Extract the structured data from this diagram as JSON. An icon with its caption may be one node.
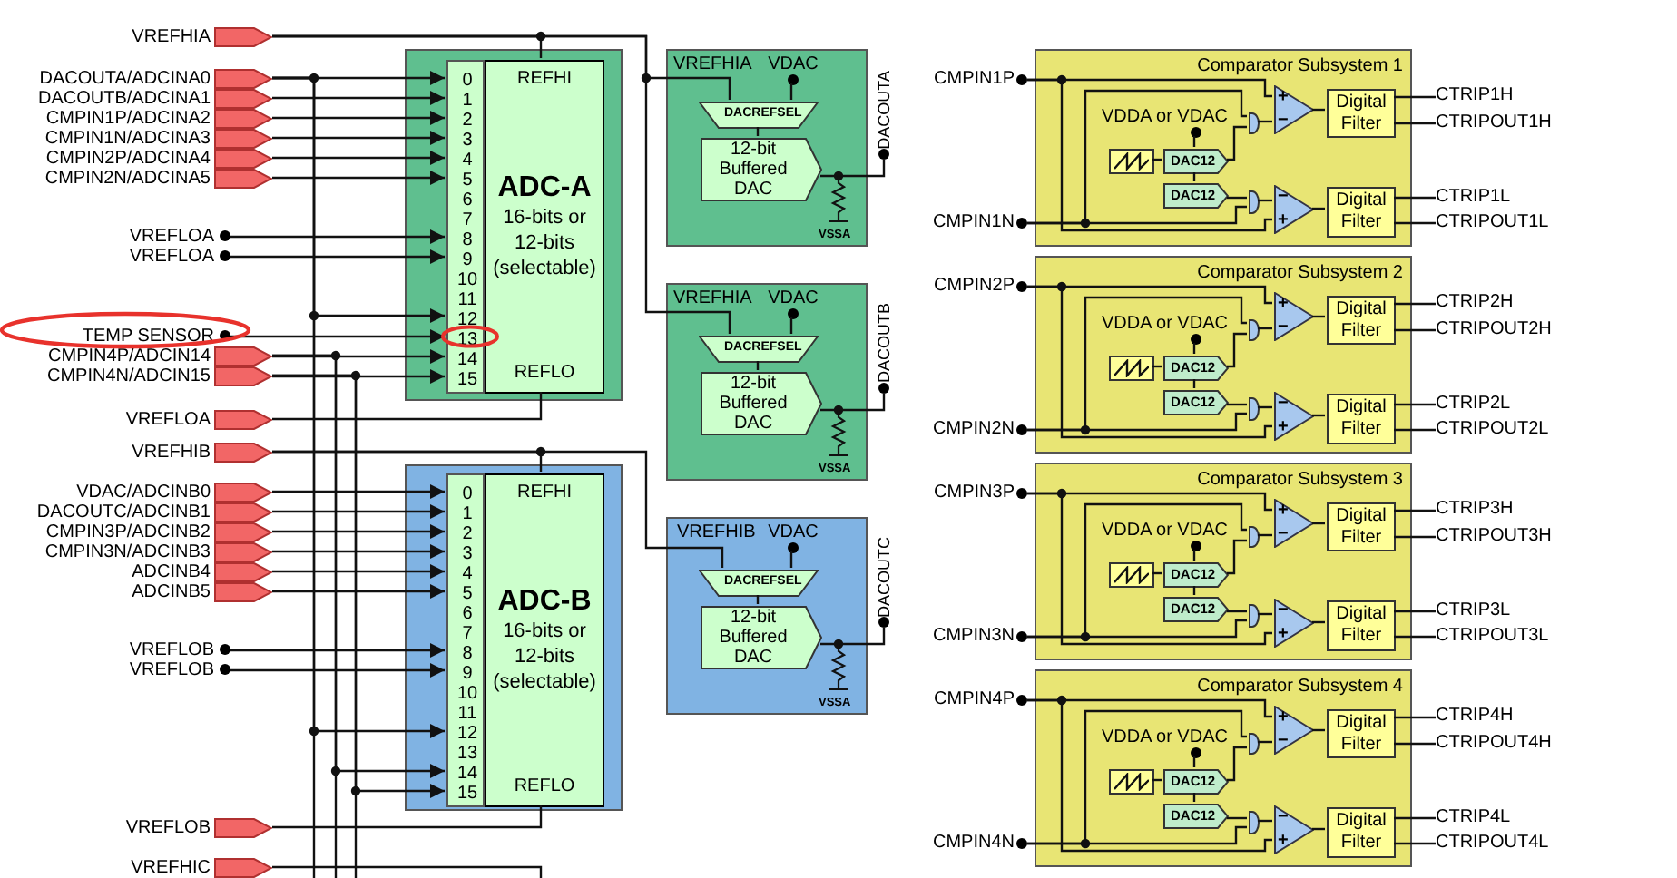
{
  "diagram": {
    "nodes": [
      {
        "text": [
          "VREFHIA"
        ]
      },
      {
        "text": [
          "DACOUTA/ADCINA0"
        ]
      },
      {
        "text": [
          "DACOUTB/ADCINA1"
        ]
      },
      {
        "text": [
          "CMPIN1P/ADCINA2"
        ]
      },
      {
        "text": [
          "CMPIN1N/ADCINA3"
        ]
      },
      {
        "text": [
          "CMPIN2P/ADCINA4"
        ]
      },
      {
        "text": [
          "CMPIN2N/ADCINA5"
        ]
      },
      {
        "text": [
          "VREFLOA"
        ]
      },
      {
        "text": [
          "VREFLOA"
        ]
      },
      {
        "text": [
          "TEMP SENSOR"
        ]
      },
      {
        "text": [
          "CMPIN4P/ADCIN14"
        ]
      },
      {
        "text": [
          "CMPIN4N/ADCIN15"
        ]
      },
      {
        "text": [
          "VREFLOA"
        ]
      },
      {
        "text": [
          "VREFHIB"
        ]
      },
      {
        "text": [
          "VDAC/ADCINB0"
        ]
      },
      {
        "text": [
          "DACOUTC/ADCINB1"
        ]
      },
      {
        "text": [
          "CMPIN3P/ADCINB2"
        ]
      },
      {
        "text": [
          "CMPIN3N/ADCINB3"
        ]
      },
      {
        "text": [
          "ADCINB4"
        ]
      },
      {
        "text": [
          "ADCINB5"
        ]
      },
      {
        "text": [
          "VREFLOB"
        ]
      },
      {
        "text": [
          "VREFLOB"
        ]
      },
      {
        "text": [
          "VREFLOB"
        ]
      },
      {
        "text": [
          "VREFHIC"
        ]
      },
      {
        "text": [],
        "shape": "box"
      },
      {
        "text": [],
        "shape": "box",
        "in": 24
      },
      {
        "text": [
          "0"
        ],
        "in": 25
      },
      {
        "text": [
          "1"
        ],
        "in": 25
      },
      {
        "text": [
          "2"
        ],
        "in": 25
      },
      {
        "text": [
          "3"
        ],
        "in": 25
      },
      {
        "text": [
          "4"
        ],
        "in": 25
      },
      {
        "text": [
          "5"
        ],
        "in": 25
      },
      {
        "text": [
          "6"
        ],
        "in": 25
      },
      {
        "text": [
          "7"
        ],
        "in": 25
      },
      {
        "text": [
          "8"
        ],
        "in": 25
      },
      {
        "text": [
          "9"
        ],
        "in": 25
      },
      {
        "text": [
          "10"
        ],
        "in": 25
      },
      {
        "text": [
          "11"
        ],
        "in": 25
      },
      {
        "text": [
          "12"
        ],
        "in": 25
      },
      {
        "text": [
          "13"
        ],
        "in": 25
      },
      {
        "text": [
          "14"
        ],
        "in": 25
      },
      {
        "text": [
          "15"
        ],
        "in": 25
      },
      {
        "text": [
          "REFHI",
          "ADC-A",
          "16-bits or 12-bits (selectable)",
          "REFLO"
        ],
        "in": 24
      },
      {
        "text": [],
        "shape": "box"
      },
      {
        "text": [],
        "shape": "box",
        "in": 43
      },
      {
        "text": [
          "0"
        ],
        "in": 44
      },
      {
        "text": [
          "1"
        ],
        "in": 44
      },
      {
        "text": [
          "2"
        ],
        "in": 44
      },
      {
        "text": [
          "3"
        ],
        "in": 44
      },
      {
        "text": [
          "4"
        ],
        "in": 44
      },
      {
        "text": [
          "5"
        ],
        "in": 44
      },
      {
        "text": [
          "6"
        ],
        "in": 44
      },
      {
        "text": [
          "7"
        ],
        "in": 44
      },
      {
        "text": [
          "8"
        ],
        "in": 44
      },
      {
        "text": [
          "9"
        ],
        "in": 44
      },
      {
        "text": [
          "10"
        ],
        "in": 44
      },
      {
        "text": [
          "11"
        ],
        "in": 44
      },
      {
        "text": [
          "12"
        ],
        "in": 44
      },
      {
        "text": [
          "13"
        ],
        "in": 44
      },
      {
        "text": [
          "14"
        ],
        "in": 44
      },
      {
        "text": [
          "15"
        ],
        "in": 44
      },
      {
        "text": [
          "REFHI",
          "ADC-B",
          "16-bits or 12-bits (selectable)",
          "REFLO"
        ],
        "in": 43
      },
      {
        "text": [],
        "shape": "box"
      },
      {
        "text": [
          "VDAC"
        ],
        "in": 62
      },
      {
        "text": [
          "DACREFSEL"
        ],
        "in": 62
      },
      {
        "text": [
          "12-bit Buffered DAC"
        ],
        "in": 62
      },
      {
        "text": [
          "DACOUTA"
        ]
      },
      {
        "text": [],
        "shape": "box"
      },
      {
        "text": [
          "VDAC"
        ],
        "in": 67
      },
      {
        "text": [
          "DACREFSEL"
        ],
        "in": 67
      },
      {
        "text": [
          "12-bit Buffered DAC"
        ],
        "in": 67
      },
      {
        "text": [
          "DACOUTB"
        ]
      },
      {
        "text": [],
        "shape": "box"
      },
      {
        "text": [
          "VDAC"
        ],
        "in": 72
      },
      {
        "text": [
          "DACREFSEL"
        ],
        "in": 72
      },
      {
        "text": [
          "12-bit Buffered DAC"
        ],
        "in": 72
      },
      {
        "text": [
          "DACOUTC"
        ]
      },
      {
        "text": [
          "CMPIN1P"
        ]
      },
      {
        "text": [
          "CMPIN1N"
        ]
      },
      {
        "text": [
          "Comparator Subsystem 1"
        ]
      },
      {
        "text": [
          "VDDA or VDAC"
        ],
        "in": 79
      },
      {
        "text": [],
        "shape": "picture",
        "in": 79
      },
      {
        "text": [
          "DAC12"
        ],
        "in": 79
      },
      {
        "text": [
          "DAC12"
        ],
        "in": 79
      },
      {
        "text": [],
        "shape": "box",
        "in": 79
      },
      {
        "text": [],
        "shape": "box",
        "in": 79
      },
      {
        "text": [
          "+",
          "−"
        ],
        "in": 79
      },
      {
        "text": [
          "−",
          "+"
        ],
        "in": 79
      },
      {
        "text": [
          "Digital Filter"
        ],
        "in": 79
      },
      {
        "text": [
          "Digital Filter"
        ],
        "in": 79
      },
      {
        "text": [
          "CTRIP1H"
        ]
      },
      {
        "text": [
          "CTRIPOUT1H"
        ]
      },
      {
        "text": [
          "CTRIP1L"
        ]
      },
      {
        "text": [
          "CTRIPOUT1L"
        ]
      },
      {
        "text": [
          "CMPIN2P"
        ]
      },
      {
        "text": [
          "CMPIN2N"
        ]
      },
      {
        "text": [
          "Comparator Subsystem 2"
        ]
      },
      {
        "text": [
          "VDDA or VDAC"
        ],
        "in": 96
      },
      {
        "text": [],
        "shape": "picture",
        "in": 96
      },
      {
        "text": [
          "DAC12"
        ],
        "in": 96
      },
      {
        "text": [
          "DAC12"
        ],
        "in": 96
      },
      {
        "text": [],
        "shape": "box",
        "in": 96
      },
      {
        "text": [],
        "shape": "box",
        "in": 96
      },
      {
        "text": [
          "+",
          "−"
        ],
        "in": 96
      },
      {
        "text": [
          "−",
          "+"
        ],
        "in": 96
      },
      {
        "text": [
          "Digital Filter"
        ],
        "in": 96
      },
      {
        "text": [
          "Digital Filter"
        ],
        "in": 96
      },
      {
        "text": [
          "CTRIP2H"
        ]
      },
      {
        "text": [
          "CTRIPOUT2H"
        ]
      },
      {
        "text": [
          "CTRIP2L"
        ]
      },
      {
        "text": [
          "CTRIPOUT2L"
        ]
      },
      {
        "text": [
          "CMPIN3P"
        ]
      },
      {
        "text": [
          "CMPIN3N"
        ]
      },
      {
        "text": [
          "Comparator Subsystem 3"
        ]
      },
      {
        "text": [
          "VDDA or VDAC"
        ],
        "in": 113
      },
      {
        "text": [],
        "shape": "picture",
        "in": 113
      },
      {
        "text": [
          "DAC12"
        ],
        "in": 113
      },
      {
        "text": [
          "DAC12"
        ],
        "in": 113
      },
      {
        "text": [],
        "shape": "box",
        "in": 113
      },
      {
        "text": [],
        "shape": "box",
        "in": 113
      },
      {
        "text": [
          "+",
          "−"
        ],
        "in": 113
      },
      {
        "text": [
          "−",
          "+"
        ],
        "in": 113
      },
      {
        "text": [
          "Digital Filter"
        ],
        "in": 113
      },
      {
        "text": [
          "Digital Filter"
        ],
        "in": 113
      },
      {
        "text": [
          "CTRIP3H"
        ]
      },
      {
        "text": [
          "CTRIPOUT3H"
        ]
      },
      {
        "text": [
          "CTRIP3L"
        ]
      },
      {
        "text": [
          "CTRIPOUT3L"
        ]
      },
      {
        "text": [
          "CMPIN4P"
        ]
      },
      {
        "text": [
          "CMPIN4N"
        ]
      },
      {
        "text": [
          "Comparator Subsystem 4"
        ]
      },
      {
        "text": [
          "VDDA or VDAC"
        ],
        "in": 130
      },
      {
        "text": [],
        "shape": "picture",
        "in": 130
      },
      {
        "text": [
          "DAC12"
        ],
        "in": 130
      },
      {
        "text": [
          "DAC12"
        ],
        "in": 130
      },
      {
        "text": [],
        "shape": "box",
        "in": 130
      },
      {
        "text": [],
        "shape": "box",
        "in": 130
      },
      {
        "text": [
          "+",
          "−"
        ],
        "in": 130
      },
      {
        "text": [
          "−",
          "+"
        ],
        "in": 130
      },
      {
        "text": [
          "Digital Filter"
        ],
        "in": 130
      },
      {
        "text": [
          "Digital Filter"
        ],
        "in": 130
      },
      {
        "text": [
          "CTRIP4H"
        ]
      },
      {
        "text": [
          "CTRIPOUT4H"
        ]
      },
      {
        "text": [
          "CTRIP4L"
        ]
      },
      {
        "text": [
          "CTRIPOUT4L"
        ]
      }
    ],
    "edges": [
      {
        "from": 0,
        "to": 42,
        "arrow": "none"
      },
      {
        "from": 0,
        "to": 64,
        "arrow": "none",
        "label": "VREFHIA"
      },
      {
        "from": 0,
        "to": 69,
        "arrow": "none",
        "label": "VREFHIA"
      },
      {
        "from": 1,
        "to": 26,
        "arrow": "to"
      },
      {
        "from": 1,
        "to": 38,
        "arrow": "to"
      },
      {
        "from": 1,
        "to": 57,
        "arrow": "to"
      },
      {
        "from": 1,
        "to": null,
        "arrow": "none"
      },
      {
        "from": 2,
        "to": 27,
        "arrow": "to"
      },
      {
        "from": 3,
        "to": 28,
        "arrow": "to"
      },
      {
        "from": 4,
        "to": 29,
        "arrow": "to"
      },
      {
        "from": 5,
        "to": 30,
        "arrow": "to"
      },
      {
        "from": 6,
        "to": 31,
        "arrow": "to"
      },
      {
        "from": 7,
        "to": 34,
        "arrow": "to"
      },
      {
        "from": 8,
        "to": 35,
        "arrow": "to"
      },
      {
        "from": 9,
        "to": 39,
        "arrow": "to"
      },
      {
        "from": 10,
        "to": 40,
        "arrow": "to"
      },
      {
        "from": 10,
        "to": 59,
        "arrow": "to"
      },
      {
        "from": 10,
        "to": null,
        "arrow": "none"
      },
      {
        "from": 11,
        "to": 41,
        "arrow": "to"
      },
      {
        "from": 11,
        "to": 60,
        "arrow": "to"
      },
      {
        "from": 11,
        "to": null,
        "arrow": "none"
      },
      {
        "from": 12,
        "to": 42,
        "arrow": "none"
      },
      {
        "from": 13,
        "to": 61,
        "arrow": "none"
      },
      {
        "from": 13,
        "to": 74,
        "arrow": "none",
        "label": "VREFHIB"
      },
      {
        "from": 14,
        "to": 45,
        "arrow": "to"
      },
      {
        "from": 15,
        "to": 46,
        "arrow": "to"
      },
      {
        "from": 16,
        "to": 47,
        "arrow": "to"
      },
      {
        "from": 17,
        "to": 48,
        "arrow": "to"
      },
      {
        "from": 18,
        "to": 49,
        "arrow": "to"
      },
      {
        "from": 19,
        "to": 50,
        "arrow": "to"
      },
      {
        "from": 20,
        "to": 53,
        "arrow": "to"
      },
      {
        "from": 21,
        "to": 54,
        "arrow": "to"
      },
      {
        "from": 22,
        "to": 61,
        "arrow": "none"
      },
      {
        "from": 23,
        "to": null,
        "arrow": "none"
      },
      {
        "from": 63,
        "to": 64,
        "arrow": "none"
      },
      {
        "from": 64,
        "to": 65,
        "arrow": "none"
      },
      {
        "from": 65,
        "to": 66,
        "arrow": "none"
      },
      {
        "from": 68,
        "to": 69,
        "arrow": "none"
      },
      {
        "from": 69,
        "to": 70,
        "arrow": "none"
      },
      {
        "from": 70,
        "to": 71,
        "arrow": "none"
      },
      {
        "from": 73,
        "to": 74,
        "arrow": "none"
      },
      {
        "from": 74,
        "to": 75,
        "arrow": "none"
      },
      {
        "from": 75,
        "to": 76,
        "arrow": "none"
      },
      {
        "from": 77,
        "to": 86,
        "arrow": "none"
      },
      {
        "from": 77,
        "to": 87,
        "arrow": "none"
      },
      {
        "from": 78,
        "to": 84,
        "arrow": "none"
      },
      {
        "from": 78,
        "to": 85,
        "arrow": "none"
      },
      {
        "from": 80,
        "to": 82,
        "arrow": "none"
      },
      {
        "from": 81,
        "to": 82,
        "arrow": "none"
      },
      {
        "from": 82,
        "to": 83,
        "arrow": "none"
      },
      {
        "from": 82,
        "to": 84,
        "arrow": "none"
      },
      {
        "from": 83,
        "to": 85,
        "arrow": "none"
      },
      {
        "from": 84,
        "to": 86,
        "arrow": "none"
      },
      {
        "from": 85,
        "to": 87,
        "arrow": "none"
      },
      {
        "from": 86,
        "to": 88,
        "arrow": "none"
      },
      {
        "from": 87,
        "to": 89,
        "arrow": "none"
      },
      {
        "from": 88,
        "to": 90,
        "arrow": "none"
      },
      {
        "from": 88,
        "to": 91,
        "arrow": "none"
      },
      {
        "from": 89,
        "to": 92,
        "arrow": "none"
      },
      {
        "from": 89,
        "to": 93,
        "arrow": "none"
      },
      {
        "from": 94,
        "to": 103,
        "arrow": "none"
      },
      {
        "from": 94,
        "to": 104,
        "arrow": "none"
      },
      {
        "from": 95,
        "to": 101,
        "arrow": "none"
      },
      {
        "from": 95,
        "to": 102,
        "arrow": "none"
      },
      {
        "from": 97,
        "to": 99,
        "arrow": "none"
      },
      {
        "from": 98,
        "to": 99,
        "arrow": "none"
      },
      {
        "from": 99,
        "to": 100,
        "arrow": "none"
      },
      {
        "from": 99,
        "to": 101,
        "arrow": "none"
      },
      {
        "from": 100,
        "to": 102,
        "arrow": "none"
      },
      {
        "from": 101,
        "to": 103,
        "arrow": "none"
      },
      {
        "from": 102,
        "to": 104,
        "arrow": "none"
      },
      {
        "from": 103,
        "to": 105,
        "arrow": "none"
      },
      {
        "from": 104,
        "to": 106,
        "arrow": "none"
      },
      {
        "from": 105,
        "to": 107,
        "arrow": "none"
      },
      {
        "from": 105,
        "to": 108,
        "arrow": "none"
      },
      {
        "from": 106,
        "to": 109,
        "arrow": "none"
      },
      {
        "from": 106,
        "to": 110,
        "arrow": "none"
      },
      {
        "from": 111,
        "to": 120,
        "arrow": "none"
      },
      {
        "from": 111,
        "to": 121,
        "arrow": "none"
      },
      {
        "from": 112,
        "to": 118,
        "arrow": "none"
      },
      {
        "from": 112,
        "to": 119,
        "arrow": "none"
      },
      {
        "from": 114,
        "to": 116,
        "arrow": "none"
      },
      {
        "from": 115,
        "to": 116,
        "arrow": "none"
      },
      {
        "from": 116,
        "to": 117,
        "arrow": "none"
      },
      {
        "from": 116,
        "to": 118,
        "arrow": "none"
      },
      {
        "from": 117,
        "to": 119,
        "arrow": "none"
      },
      {
        "from": 118,
        "to": 120,
        "arrow": "none"
      },
      {
        "from": 119,
        "to": 121,
        "arrow": "none"
      },
      {
        "from": 120,
        "to": 122,
        "arrow": "none"
      },
      {
        "from": 121,
        "to": 123,
        "arrow": "none"
      },
      {
        "from": 122,
        "to": 124,
        "arrow": "none"
      },
      {
        "from": 122,
        "to": 125,
        "arrow": "none"
      },
      {
        "from": 123,
        "to": 126,
        "arrow": "none"
      },
      {
        "from": 123,
        "to": 127,
        "arrow": "none"
      },
      {
        "from": 128,
        "to": 137,
        "arrow": "none"
      },
      {
        "from": 128,
        "to": 138,
        "arrow": "none"
      },
      {
        "from": 129,
        "to": 135,
        "arrow": "none"
      },
      {
        "from": 129,
        "to": 136,
        "arrow": "none"
      },
      {
        "from": 131,
        "to": 133,
        "arrow": "none"
      },
      {
        "from": 132,
        "to": 133,
        "arrow": "none"
      },
      {
        "from": 133,
        "to": 134,
        "arrow": "none"
      },
      {
        "from": 133,
        "to": 135,
        "arrow": "none"
      },
      {
        "from": 134,
        "to": 136,
        "arrow": "none"
      },
      {
        "from": 135,
        "to": 137,
        "arrow": "none"
      },
      {
        "from": 136,
        "to": 138,
        "arrow": "none"
      },
      {
        "from": 137,
        "to": 139,
        "arrow": "none"
      },
      {
        "from": 138,
        "to": 140,
        "arrow": "none"
      },
      {
        "from": 139,
        "to": 141,
        "arrow": "none"
      },
      {
        "from": 139,
        "to": 142,
        "arrow": "none"
      },
      {
        "from": 140,
        "to": 143,
        "arrow": "none"
      },
      {
        "from": 140,
        "to": 144,
        "arrow": "none"
      }
    ],
    "labels": [
      "VSSA",
      "VSSA",
      "VSSA"
    ]
  }
}
